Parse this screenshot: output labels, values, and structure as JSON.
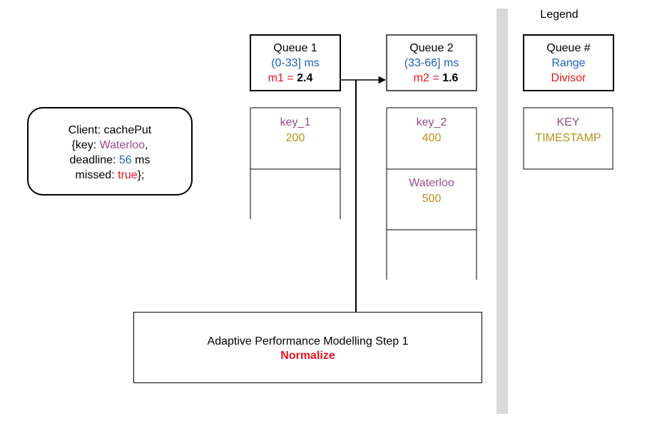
{
  "legend": {
    "title": "Legend",
    "key_box": {
      "line1": "Queue #",
      "line2": "Range",
      "line3": "Divisor"
    },
    "entry_box": {
      "line1": "KEY",
      "line2": "TIMESTAMP"
    }
  },
  "queues": [
    {
      "title": "Queue 1",
      "range": "(0-33] ms",
      "divisor_label": "m1 = ",
      "divisor_value": "2.4",
      "entries": [
        {
          "key": "key_1",
          "timestamp": "200"
        }
      ]
    },
    {
      "title": "Queue 2",
      "range": "(33-66] ms",
      "divisor_label": "m2 = ",
      "divisor_value": "1.6",
      "entries": [
        {
          "key": "key_2",
          "timestamp": "400"
        },
        {
          "key": "Waterloo",
          "timestamp": "500"
        }
      ]
    }
  ],
  "client": {
    "line1": "Client: cachePut",
    "key_prefix": "{key: ",
    "key_value": "Waterloo",
    "key_suffix": ",",
    "deadline_prefix": "deadline: ",
    "deadline_value": "56",
    "deadline_suffix": " ms",
    "missed_prefix": "missed: ",
    "missed_value": "true",
    "missed_suffix": "};"
  },
  "adaptive": {
    "title": "Adaptive Performance Modelling Step 1",
    "step": "Normalize"
  },
  "colors": {
    "range": "#1f5fc0",
    "divisor": "#e8141b",
    "key": "#9a4b8a",
    "timestamp": "#b8921a",
    "divider": "#d9d9d9"
  }
}
